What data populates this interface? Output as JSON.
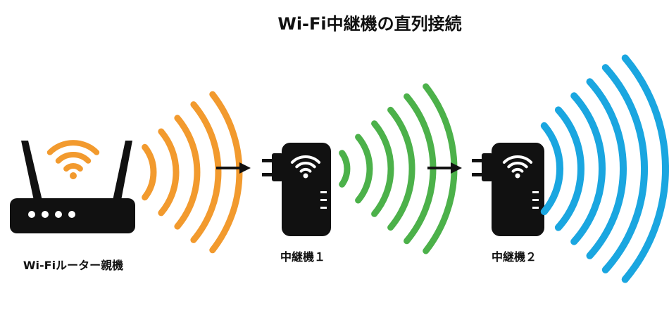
{
  "title": "Wi-Fi中継機の直列接続",
  "devices": [
    {
      "label": "Wi-Fiルーター親機",
      "icon": "wifi-router-icon"
    },
    {
      "label": "中継機１",
      "icon": "repeater-icon"
    },
    {
      "label": "中継機２",
      "icon": "repeater-icon"
    }
  ],
  "colors": {
    "router_waves": "#f29a2e",
    "repeater1_waves": "#4cb14a",
    "repeater2_waves": "#1aa6e0",
    "device": "#111111"
  }
}
